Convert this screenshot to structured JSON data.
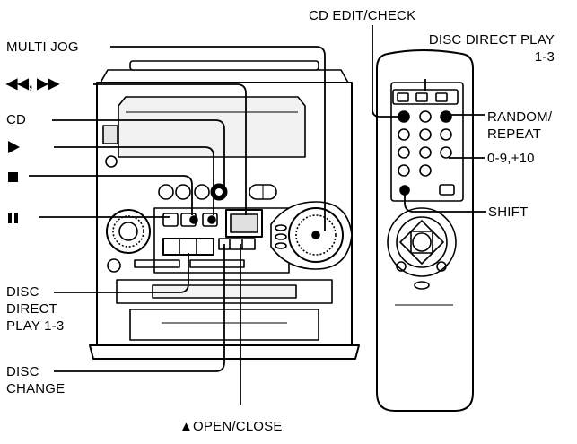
{
  "labels": {
    "multi_jog": "MULTI JOG",
    "rew_ff_symbols": "◀◀, ▶▶",
    "cd": "CD",
    "play_icon_name": "play-icon",
    "stop_icon_name": "stop-icon",
    "pause_icon_name": "pause-icon",
    "disc_direct_play_line1": "DISC",
    "disc_direct_play_line2": "DIRECT",
    "disc_direct_play_line3": "PLAY 1-3",
    "disc_change_line1": "DISC",
    "disc_change_line2": "CHANGE",
    "open_close": "▲OPEN/CLOSE",
    "cd_edit_check": "CD EDIT/CHECK",
    "disc_direct_play_remote_line1": "DISC DIRECT PLAY",
    "disc_direct_play_remote_line2": "1-3",
    "random_repeat_line1": "RANDOM/",
    "random_repeat_line2": "REPEAT",
    "numeric_keys": "0-9,+10",
    "shift": "SHIFT"
  },
  "colors": {
    "ink": "#000000",
    "paper": "#ffffff",
    "shade": "#d9d9d9"
  }
}
